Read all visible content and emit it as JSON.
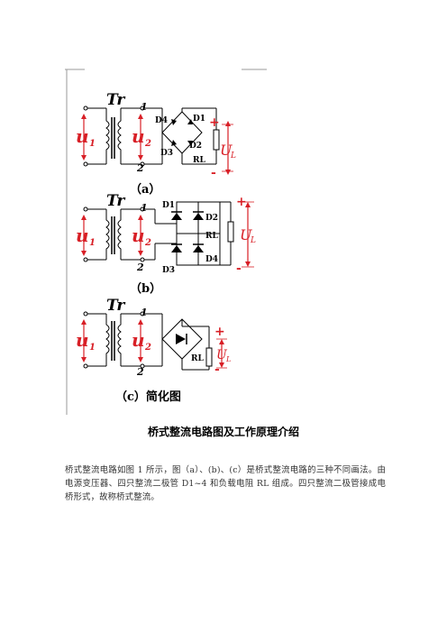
{
  "figure": {
    "labels": {
      "tr": "Tr",
      "u1": "u",
      "u1_sub": "1",
      "u2": "u",
      "u2_sub": "2",
      "node1": "1",
      "node2": "2",
      "d1": "D1",
      "d2": "D2",
      "d3": "D3",
      "d4": "D4",
      "rl": "RL",
      "ul": "U",
      "ul_sub": "L",
      "plus": "+",
      "minus": "-"
    },
    "subcaption_a": "（a）",
    "subcaption_b": "（b）",
    "subcaption_c": "（c）简化图"
  },
  "caption": "桥式整流电路图及工作原理介绍",
  "paragraph": "桥式整流电路如图 1 所示，图（a）、(b)、(c）是桥式整流电路的三种不同画法。由电源变压器、四只整流二极管 D1~4 和负载电阻 RL 组成。四只整流二极管接成电桥形式，故称桥式整流。",
  "colors": {
    "wire": "#000000",
    "label_red": "#d81f26",
    "arrow_red": "#d81f26",
    "frame": "#9a9a9a"
  }
}
